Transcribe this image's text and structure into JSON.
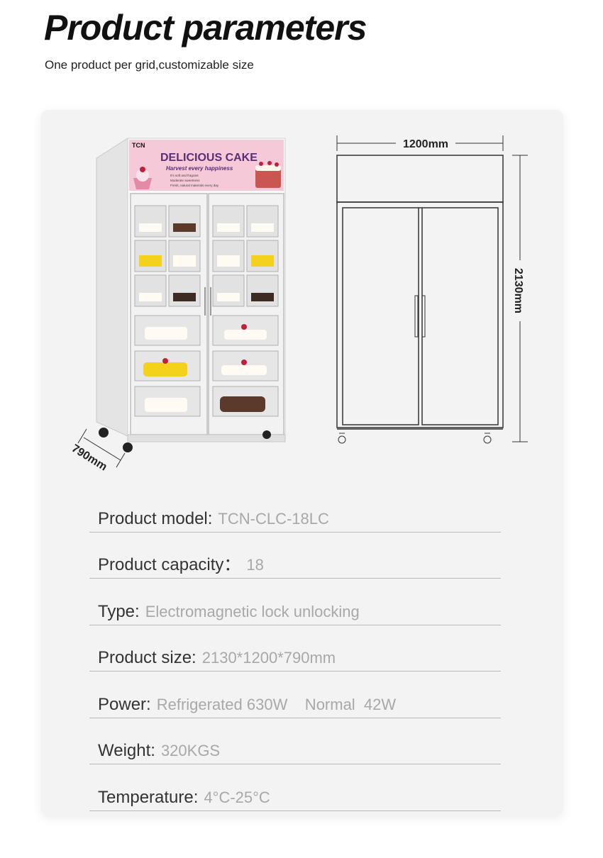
{
  "header": {
    "title": "Product parameters",
    "subtitle": "One product per grid,customizable size"
  },
  "illustration": {
    "banner": {
      "brand": "TCN",
      "title": "DELICIOUS CAKE",
      "subtitle": "Harvest every happiness",
      "bullets": [
        "It's soft and fragrant",
        "Moderate sweetness",
        "Fresh, natural materials every day"
      ]
    },
    "dimensions": {
      "width": "1200mm",
      "height": "2130mm",
      "depth": "790mm"
    }
  },
  "specs": [
    {
      "label": "Product model:",
      "value": "TCN-CLC-18LC"
    },
    {
      "label": "Product capacity：",
      "value": "18"
    },
    {
      "label": "Type:",
      "value": "Electromagnetic lock unlocking"
    },
    {
      "label": "Product size:",
      "value": "2130*1200*790mm"
    },
    {
      "label": "Power:",
      "value": "Refrigerated 630W    Normal  42W"
    },
    {
      "label": "Weight:",
      "value": "320KGS"
    },
    {
      "label": "Temperature:",
      "value": "4°C-25°C"
    }
  ],
  "colors": {
    "card_background": "#f3f3f3",
    "label_text": "#333333",
    "value_text": "#a8a8a8",
    "banner_pink": "#f5c9d8",
    "banner_purple": "#5a2d77"
  }
}
